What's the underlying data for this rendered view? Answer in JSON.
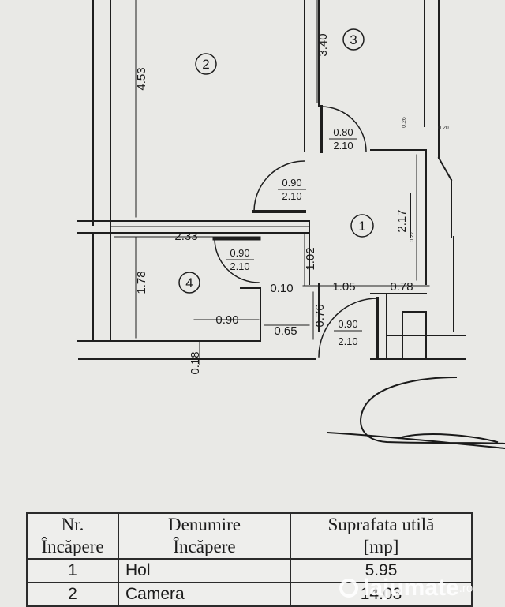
{
  "rooms": [
    {
      "number": "1"
    },
    {
      "number": "2"
    },
    {
      "number": "3"
    },
    {
      "number": "4"
    }
  ],
  "dimensions": {
    "room2_length": "4.53",
    "room3_width": "3.40",
    "wall_233": "2.33",
    "room4_length": "1.78",
    "hall_102": "1.02",
    "hall_217": "2.17",
    "gap_010": "0.10",
    "hall_105": "1.05",
    "hall_078": "0.78",
    "corr_076": "0.76",
    "corr_065": "0.65",
    "corr_090": "0.90",
    "wall_018": "0.18"
  },
  "small_marks": {
    "m1": "0.26",
    "m2": "0.20",
    "m3": "0.27"
  },
  "doors": [
    {
      "width": "0.80",
      "height": "2.10"
    },
    {
      "width": "0.90",
      "height": "2.10"
    },
    {
      "width": "0.90",
      "height": "2.10"
    },
    {
      "width": "0.90",
      "height": "2.10"
    }
  ],
  "table": {
    "headers": {
      "nr_line1": "Nr.",
      "nr_line2": "Încăpere",
      "name_line1": "Denumire",
      "name_line2": "Încăpere",
      "area_line1": "Suprafata utilă",
      "area_line2": "[mp]"
    },
    "rows": [
      {
        "nr": "1",
        "name": "Hol",
        "area": "5.95"
      },
      {
        "nr": "2",
        "name": "Camera",
        "area": "14.03"
      }
    ]
  },
  "watermark": {
    "brand": "lajumate",
    "tld": ".ro"
  }
}
